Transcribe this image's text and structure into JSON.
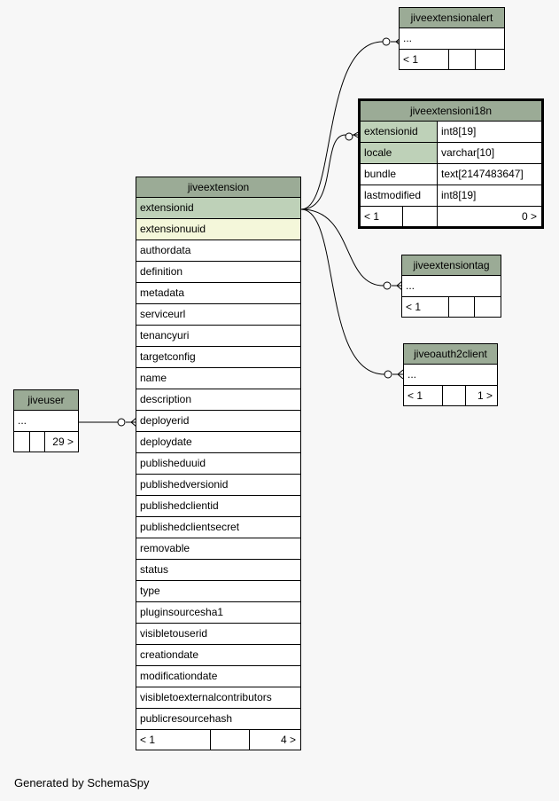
{
  "footer_text": "Generated by SchemaSpy",
  "tables": {
    "jiveextensionalert": {
      "name": "jiveextensionalert",
      "rows": [
        "..."
      ],
      "footer": [
        "< 1",
        "",
        ""
      ]
    },
    "jiveextensioni18n": {
      "name": "jiveextensioni18n",
      "columns": [
        {
          "name": "extensionid",
          "type": "int8[19]"
        },
        {
          "name": "locale",
          "type": "varchar[10]"
        },
        {
          "name": "bundle",
          "type": "text[2147483647]"
        },
        {
          "name": "lastmodified",
          "type": "int8[19]"
        }
      ],
      "footer": [
        "< 1",
        "",
        "0 >"
      ]
    },
    "jiveextension": {
      "name": "jiveextension",
      "rows": [
        "extensionid",
        "extensionuuid",
        "authordata",
        "definition",
        "metadata",
        "serviceurl",
        "tenancyuri",
        "targetconfig",
        "name",
        "description",
        "deployerid",
        "deploydate",
        "publisheduuid",
        "publishedversionid",
        "publishedclientid",
        "publishedclientsecret",
        "removable",
        "status",
        "type",
        "pluginsourcesha1",
        "visibletouserid",
        "creationdate",
        "modificationdate",
        "visibletoexternalcontributors",
        "publicresourcehash"
      ],
      "footer": [
        "< 1",
        "",
        "4 >"
      ]
    },
    "jiveextensiontag": {
      "name": "jiveextensiontag",
      "rows": [
        "..."
      ],
      "footer": [
        "< 1",
        "",
        ""
      ]
    },
    "jiveoauth2client": {
      "name": "jiveoauth2client",
      "rows": [
        "..."
      ],
      "footer": [
        "< 1",
        "",
        "1 >"
      ]
    },
    "jiveuser": {
      "name": "jiveuser",
      "rows": [
        "..."
      ],
      "footer": [
        "",
        "",
        "29 >"
      ]
    }
  }
}
